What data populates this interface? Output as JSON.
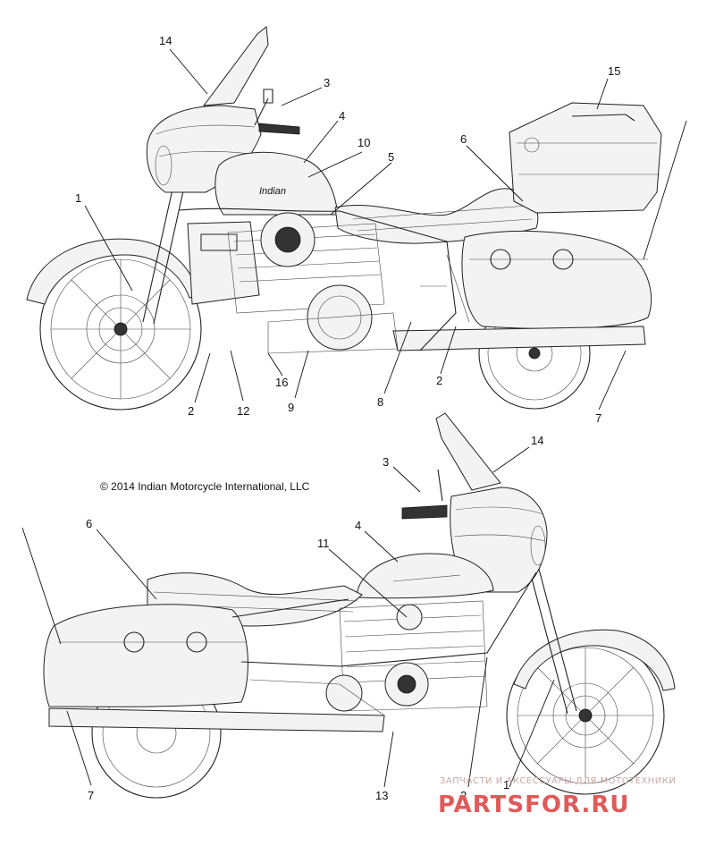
{
  "copyright": "© 2014 Indian Motorcycle International, LLC",
  "watermark": {
    "tagline": "ЗАПЧАСТИ И АКСЕССУАРЫ ДЛЯ МОТОТЕХНИКИ",
    "brand": "PARTSFOR.RU"
  },
  "top_callouts": [
    "14",
    "3",
    "15",
    "4",
    "10",
    "6",
    "5",
    "1",
    "2",
    "12",
    "16",
    "9",
    "8",
    "2",
    "7"
  ],
  "bottom_callouts": [
    "3",
    "14",
    "4",
    "6",
    "11",
    "7",
    "13",
    "2",
    "1"
  ],
  "top_badge_text": "Indian"
}
